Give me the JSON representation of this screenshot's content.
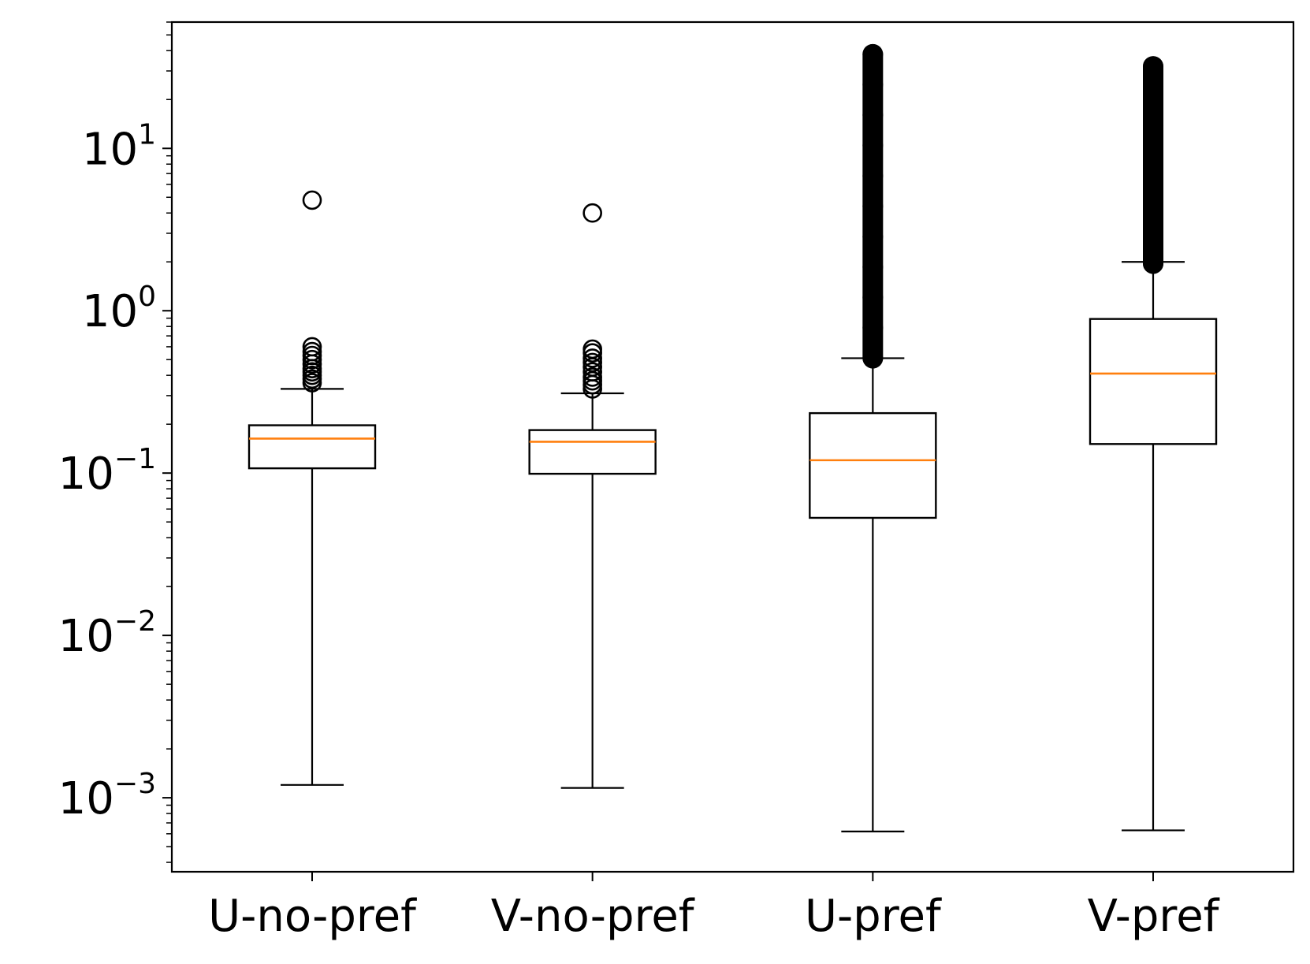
{
  "chart_data": {
    "type": "boxplot",
    "title": "",
    "xlabel": "",
    "ylabel": "",
    "yscale": "log",
    "ylim": [
      0.00035,
      60
    ],
    "grid": false,
    "categories": [
      "U-no-pref",
      "V-no-pref",
      "U-pref",
      "V-pref"
    ],
    "y_ticks": [
      {
        "value": 0.001,
        "base": "10",
        "exp": "−3"
      },
      {
        "value": 0.01,
        "base": "10",
        "exp": "−2"
      },
      {
        "value": 0.1,
        "base": "10",
        "exp": "−1"
      },
      {
        "value": 1,
        "base": "10",
        "exp": "0"
      },
      {
        "value": 10,
        "base": "10",
        "exp": "1"
      }
    ],
    "boxes": [
      {
        "name": "U-no-pref",
        "whisker_low": 0.0012,
        "q1": 0.107,
        "median": 0.163,
        "q3": 0.197,
        "whisker_high": 0.33,
        "outliers": [
          0.36,
          0.38,
          0.4,
          0.42,
          0.44,
          0.47,
          0.5,
          0.53,
          0.56,
          0.6,
          4.8
        ]
      },
      {
        "name": "V-no-pref",
        "whisker_low": 0.00115,
        "q1": 0.099,
        "median": 0.156,
        "q3": 0.184,
        "whisker_high": 0.31,
        "outliers": [
          0.33,
          0.35,
          0.37,
          0.39,
          0.42,
          0.45,
          0.48,
          0.51,
          0.55,
          0.58,
          4.0
        ]
      },
      {
        "name": "U-pref",
        "whisker_low": 0.00062,
        "q1": 0.053,
        "median": 0.12,
        "q3": 0.234,
        "whisker_high": 0.51,
        "outliers_dense_range": [
          0.51,
          38
        ]
      },
      {
        "name": "V-pref",
        "whisker_low": 0.00063,
        "q1": 0.151,
        "median": 0.41,
        "q3": 0.89,
        "whisker_high": 2.0,
        "outliers_dense_range": [
          1.95,
          32
        ]
      }
    ],
    "colors": {
      "box": "#000000",
      "median": "#ff7f0e",
      "background": "#ffffff"
    }
  }
}
